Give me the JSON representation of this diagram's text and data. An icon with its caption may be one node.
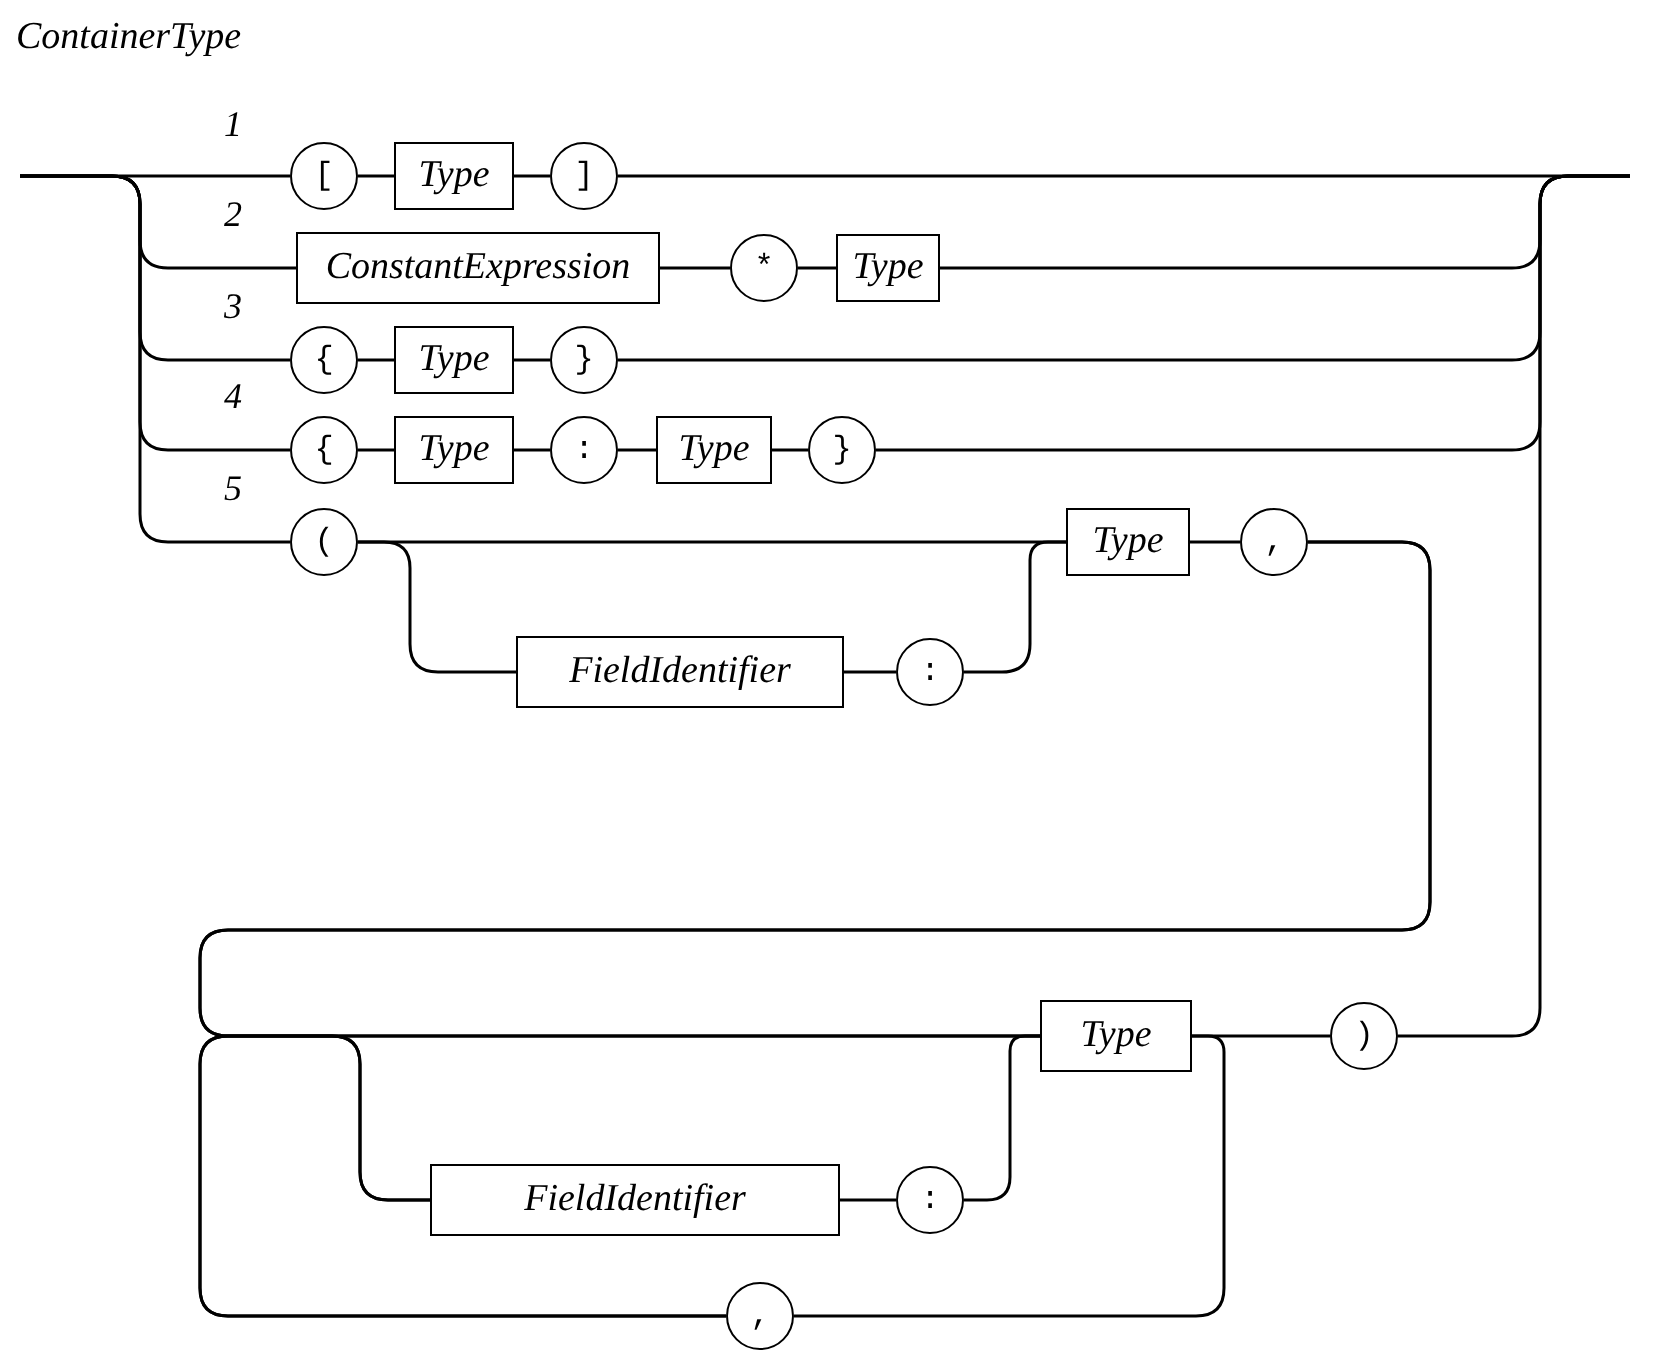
{
  "diagram": {
    "title": "ContainerType",
    "nodes": [
      {
        "text": [
          "["
        ]
      },
      {
        "text": [
          "Type"
        ]
      },
      {
        "text": [
          "]"
        ]
      },
      {
        "text": [
          "ConstantExpression"
        ]
      },
      {
        "text": [
          "*"
        ]
      },
      {
        "text": [
          "Type"
        ]
      },
      {
        "text": [
          "{"
        ]
      },
      {
        "text": [
          "Type"
        ]
      },
      {
        "text": [
          "}"
        ]
      },
      {
        "text": [
          "{"
        ]
      },
      {
        "text": [
          "Type"
        ]
      },
      {
        "text": [
          ":"
        ]
      },
      {
        "text": [
          "Type"
        ]
      },
      {
        "text": [
          "}"
        ]
      },
      {
        "text": [
          "("
        ]
      },
      {
        "text": [
          "Type"
        ]
      },
      {
        "text": [
          ","
        ]
      },
      {
        "text": [
          "FieldIdentifier"
        ]
      },
      {
        "text": [
          ":"
        ]
      },
      {
        "text": [
          "Type"
        ]
      },
      {
        "text": [
          ")"
        ]
      },
      {
        "text": [
          "FieldIdentifier"
        ]
      },
      {
        "text": [
          ":"
        ]
      },
      {
        "text": [
          ","
        ]
      }
    ],
    "edges": [
      {
        "from": null,
        "to": 0,
        "arrow": "none"
      },
      {
        "from": 0,
        "to": 1,
        "arrow": "none"
      },
      {
        "from": 1,
        "to": 2,
        "arrow": "none"
      },
      {
        "from": 2,
        "to": null,
        "arrow": "none"
      },
      {
        "from": null,
        "to": 3,
        "arrow": "none"
      },
      {
        "from": 3,
        "to": 4,
        "arrow": "none"
      },
      {
        "from": 4,
        "to": 5,
        "arrow": "none"
      },
      {
        "from": 5,
        "to": null,
        "arrow": "none"
      },
      {
        "from": null,
        "to": 6,
        "arrow": "none"
      },
      {
        "from": 6,
        "to": 7,
        "arrow": "none"
      },
      {
        "from": 7,
        "to": 8,
        "arrow": "none"
      },
      {
        "from": 8,
        "to": null,
        "arrow": "none"
      },
      {
        "from": null,
        "to": 9,
        "arrow": "none"
      },
      {
        "from": 9,
        "to": 10,
        "arrow": "none"
      },
      {
        "from": 10,
        "to": 11,
        "arrow": "none"
      },
      {
        "from": 11,
        "to": 12,
        "arrow": "none"
      },
      {
        "from": 12,
        "to": 13,
        "arrow": "none"
      },
      {
        "from": 13,
        "to": null,
        "arrow": "none"
      },
      {
        "from": null,
        "to": 14,
        "arrow": "none"
      },
      {
        "from": 14,
        "to": 15,
        "arrow": "none"
      },
      {
        "from": 14,
        "to": 17,
        "arrow": "none"
      },
      {
        "from": 17,
        "to": 18,
        "arrow": "none"
      },
      {
        "from": 18,
        "to": 15,
        "arrow": "none"
      },
      {
        "from": 15,
        "to": 16,
        "arrow": "none"
      },
      {
        "from": 16,
        "to": 19,
        "arrow": "none"
      },
      {
        "from": 16,
        "to": 21,
        "arrow": "none"
      },
      {
        "from": 21,
        "to": 22,
        "arrow": "none"
      },
      {
        "from": 22,
        "to": 19,
        "arrow": "none"
      },
      {
        "from": 19,
        "to": 20,
        "arrow": "none"
      },
      {
        "from": 20,
        "to": null,
        "arrow": "none"
      },
      {
        "from": 19,
        "to": 23,
        "arrow": "none"
      },
      {
        "from": 23,
        "to": 19,
        "arrow": "none"
      },
      {
        "from": 23,
        "to": 21,
        "arrow": "none"
      }
    ],
    "labels": [
      "1",
      "2",
      "3",
      "4",
      "5"
    ]
  }
}
